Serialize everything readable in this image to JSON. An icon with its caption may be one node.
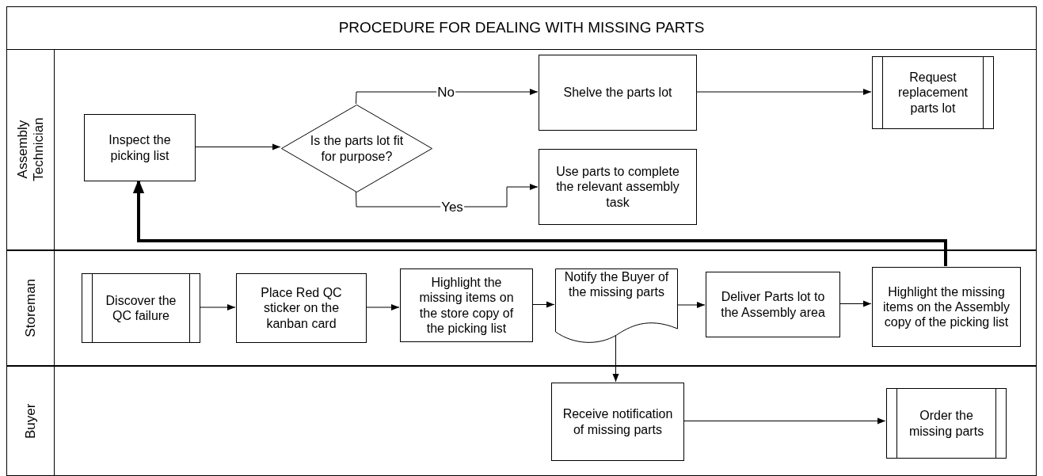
{
  "diagram": {
    "title": "PROCEDURE FOR DEALING WITH MISSING PARTS",
    "nodes": [
      {
        "text": [
          "Assembly Technician"
        ]
      },
      {
        "text": [
          "Inspect the picking list"
        ],
        "in": 0
      },
      {
        "text": [
          "Is the parts lot fit for purpose?"
        ],
        "in": 0
      },
      {
        "text": [
          "Shelve the parts lot"
        ],
        "in": 0
      },
      {
        "text": [
          "Request replacement parts lot"
        ],
        "in": 0
      },
      {
        "text": [
          "Use parts to complete the relevant assembly task"
        ],
        "in": 0
      },
      {
        "text": [
          "Storeman"
        ]
      },
      {
        "text": [
          "Discover the QC failure"
        ],
        "in": 6
      },
      {
        "text": [
          "Place Red QC sticker on the kanban card"
        ],
        "in": 6
      },
      {
        "text": [
          "Highlight the missing items on the store copy of the picking list"
        ],
        "in": 6
      },
      {
        "text": [
          "Notify the Buyer of the missing parts"
        ],
        "in": 6
      },
      {
        "text": [
          "Deliver Parts lot to the Assembly area"
        ],
        "in": 6
      },
      {
        "text": [
          "Highlight the missing items on the Assembly copy of the picking list"
        ],
        "in": 6
      },
      {
        "text": [
          "Buyer"
        ]
      },
      {
        "text": [
          "Receive notification of missing parts"
        ],
        "in": 13
      },
      {
        "text": [
          "Order the missing parts"
        ],
        "in": 13
      }
    ],
    "edges": [
      {
        "from": 1,
        "to": 2,
        "arrow": "to"
      },
      {
        "from": 2,
        "to": 3,
        "arrow": "to",
        "label": "No"
      },
      {
        "from": 2,
        "to": 5,
        "arrow": "to",
        "label": "Yes"
      },
      {
        "from": 3,
        "to": 4,
        "arrow": "to"
      },
      {
        "from": 7,
        "to": 8,
        "arrow": "to"
      },
      {
        "from": 8,
        "to": 9,
        "arrow": "to"
      },
      {
        "from": 9,
        "to": 10,
        "arrow": "to"
      },
      {
        "from": 10,
        "to": 11,
        "arrow": "to"
      },
      {
        "from": 11,
        "to": 12,
        "arrow": "to"
      },
      {
        "from": 12,
        "to": 1,
        "arrow": "to",
        "style": "thick"
      },
      {
        "from": 10,
        "to": 14,
        "arrow": "to"
      },
      {
        "from": 14,
        "to": 15,
        "arrow": "to"
      }
    ]
  }
}
